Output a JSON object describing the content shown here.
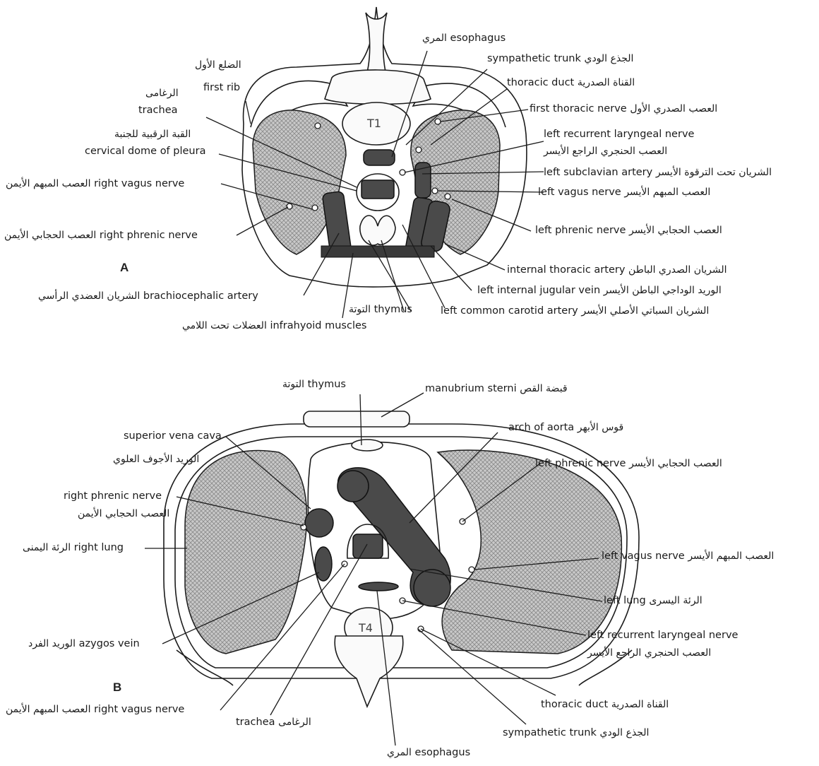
{
  "panelA": {
    "letter": "A",
    "vertebra": "T1",
    "labels": {
      "esophagus": {
        "en": "esophagus",
        "ar": "المري"
      },
      "sympathetic_trunk": {
        "en": "sympathetic trunk",
        "ar": "الجذع الودي"
      },
      "thoracic_duct": {
        "en": "thoracic duct",
        "ar": "القناة الصدرية"
      },
      "first_thoracic_nerve": {
        "en": "first thoracic nerve",
        "ar": "العصب الصدري الأول"
      },
      "left_recurrent_laryngeal_nerve": {
        "en": "left recurrent laryngeal nerve",
        "ar": "العصب الحنجري الراجع الأيسر"
      },
      "left_subclavian_artery": {
        "en": "left subclavian artery",
        "ar": "الشريان تحت الترقوة الأيسر"
      },
      "left_vagus_nerve": {
        "en": "left vagus nerve",
        "ar": "العصب المبهم الأيسر"
      },
      "left_phrenic_nerve": {
        "en": "left phrenic nerve",
        "ar": "العصب الحجابي الأيسر"
      },
      "internal_thoracic_artery": {
        "en": "internal thoracic artery",
        "ar": "الشريان الصدري الباطن"
      },
      "left_internal_jugular_vein": {
        "en": "left internal jugular vein",
        "ar": "الوريد الوداجي الباطن الأيسر"
      },
      "left_common_carotid_artery": {
        "en": "left common carotid artery",
        "ar": "الشريان السباتي الأصلي الأيسر"
      },
      "thymus": {
        "en": "thymus",
        "ar": "التوتة"
      },
      "infrahyoid_muscles": {
        "en": "infrahyoid muscles",
        "ar": "العضلات تحت اللامي"
      },
      "brachiocephalic_artery": {
        "en": "brachiocephalic artery",
        "ar": "الشريان العضدي الرأسي"
      },
      "right_phrenic_nerve": {
        "en": "right phrenic nerve",
        "ar": "العصب الحجابي الأيمن"
      },
      "right_vagus_nerve": {
        "en": "right vagus nerve",
        "ar": "العصب المبهم الأيمن"
      },
      "cervical_dome": {
        "en": "cervical dome of pleura",
        "ar": "القبة الرقبية للجنبة"
      },
      "trachea": {
        "en": "trachea",
        "ar": "الرغامى"
      },
      "first_rib": {
        "en": "first rib",
        "ar": "الضلع الأول"
      }
    }
  },
  "panelB": {
    "letter": "B",
    "vertebra": "T4",
    "labels": {
      "thymus": {
        "en": "thymus",
        "ar": "التوتة"
      },
      "manubrium": {
        "en": "manubrium sterni",
        "ar": "قبضة القص"
      },
      "arch_of_aorta": {
        "en": "arch of aorta",
        "ar": "قوس الأبهر"
      },
      "left_phrenic_nerve": {
        "en": "left phrenic nerve",
        "ar": "العصب الحجابي الأيسر"
      },
      "left_vagus_nerve": {
        "en": "left vagus nerve",
        "ar": "العصب المبهم الأيسر"
      },
      "left_lung": {
        "en": "left lung",
        "ar": "الرئة اليسرى"
      },
      "left_recurrent_laryngeal_nerve": {
        "en": "left recurrent laryngeal nerve",
        "ar": "العصب الحنجري الراجع الأيسر"
      },
      "thoracic_duct": {
        "en": "thoracic duct",
        "ar": "القناة الصدرية"
      },
      "sympathetic_trunk": {
        "en": "sympathetic trunk",
        "ar": "الجذع الودي"
      },
      "esophagus": {
        "en": "esophagus",
        "ar": "المري"
      },
      "trachea": {
        "en": "trachea",
        "ar": "الرغامى"
      },
      "right_vagus_nerve": {
        "en": "right vagus nerve",
        "ar": "العصب المبهم الأيمن"
      },
      "azygos_vein": {
        "en": "azygos vein",
        "ar": "الوريد الفرد"
      },
      "right_lung": {
        "en": "right lung",
        "ar": "الرئة اليمنى"
      },
      "right_phrenic_nerve": {
        "en": "right phrenic nerve",
        "ar": "العصب الحجابي الأيمن"
      },
      "superior_vena_cava": {
        "en": "superior vena cava",
        "ar": "الوريد الأجوف العلوي"
      }
    }
  }
}
